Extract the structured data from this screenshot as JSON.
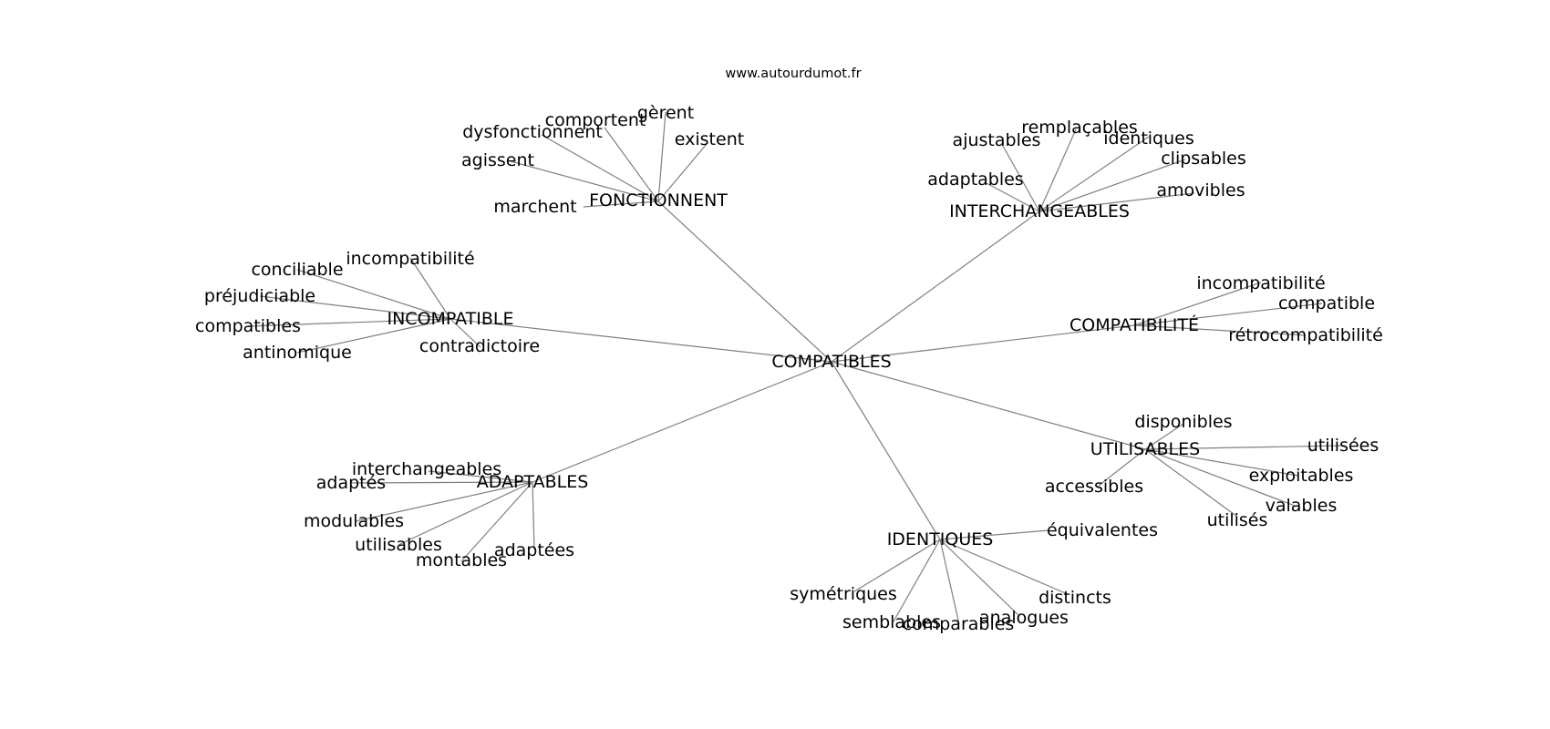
{
  "site_label": "www.autourdumot.fr",
  "graph": {
    "center": "COMPATIBLES",
    "clusters": [
      {
        "hub": "FONCTIONNENT",
        "leaves": [
          "dysfonctionnent",
          "comportent",
          "gèrent",
          "existent",
          "agissent",
          "marchent"
        ]
      },
      {
        "hub": "INTERCHANGEABLES",
        "leaves": [
          "ajustables",
          "remplaçables",
          "identiques",
          "clipsables",
          "adaptables",
          "amovibles"
        ]
      },
      {
        "hub": "INCOMPATIBLE",
        "leaves": [
          "incompatibilité",
          "conciliable",
          "préjudiciable",
          "compatibles",
          "antinomique",
          "contradictoire"
        ]
      },
      {
        "hub": "COMPATIBILITÉ",
        "leaves": [
          "incompatibilité",
          "compatible",
          "rétrocompatibilité"
        ]
      },
      {
        "hub": "UTILISABLES",
        "leaves": [
          "disponibles",
          "utilisées",
          "accessibles",
          "exploitables",
          "valables",
          "utilisés"
        ]
      },
      {
        "hub": "ADAPTABLES",
        "leaves": [
          "interchangeables",
          "adaptés",
          "modulables",
          "utilisables",
          "montables",
          "adaptées"
        ]
      },
      {
        "hub": "IDENTIQUES",
        "leaves": [
          "équivalentes",
          "symétriques",
          "semblables",
          "comparables",
          "analogues",
          "distincts"
        ]
      }
    ]
  },
  "colors": {
    "edge": "#808080",
    "text": "#000000",
    "background": "#ffffff"
  }
}
